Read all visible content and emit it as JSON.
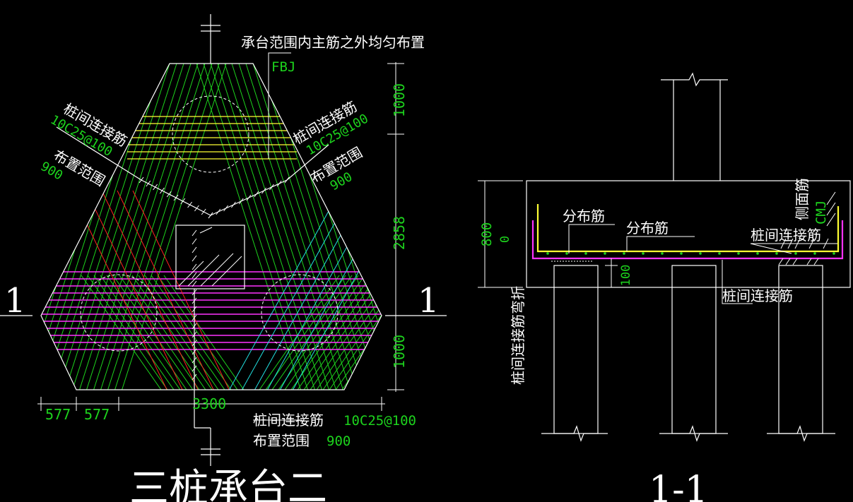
{
  "colors": {
    "background": "#000000",
    "outline": "#ffffff",
    "main_bar_green": "#1dd31d",
    "bar_yellow": "#ffff33",
    "bar_magenta": "#ff33ff",
    "bar_red": "#ff2020",
    "bar_cyan": "#22e0e0",
    "text_green": "#1dd31d",
    "text_white": "#ffffff"
  },
  "plan": {
    "top_note": "承台范围内主筋之外均匀布置",
    "fbj_label": "FBJ",
    "left_link_label": "桩间连接筋",
    "left_link_spec": "10C25@100",
    "left_range_label": "布置范围",
    "left_range_value": "900",
    "right_link_label": "桩间连接筋",
    "right_link_spec": "10C25@100",
    "right_range_label": "布置范围",
    "right_range_value": "900",
    "bottom_link_label": "桩间连接筋",
    "bottom_link_spec": "10C25@100",
    "bottom_range_label": "布置范围",
    "bottom_range_value": "900",
    "dim_top": "1000",
    "dim_mid": "2858",
    "dim_bottom": "1000",
    "dim_left_1": "577",
    "dim_left_2": "577",
    "dim_width": "3300",
    "section_left": "1",
    "section_right": "1",
    "title": "三桩承台二"
  },
  "section": {
    "label_dist_1": "分布筋",
    "label_dist_2": "分布筋",
    "label_side_bar": "侧面筋",
    "label_cmj": "CMJ",
    "label_link_top": "桩间连接筋",
    "label_link_bottom": "桩间连接筋",
    "label_link_bend": "桩间连接筋弯折",
    "dim_height": "800",
    "dim_zero": "0",
    "dim_100": "100",
    "title": "1-1"
  }
}
